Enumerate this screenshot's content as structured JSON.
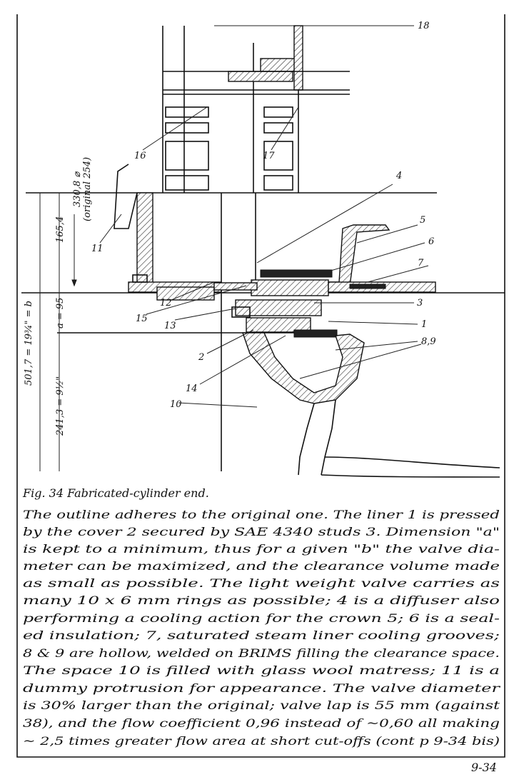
{
  "figure": {
    "part_labels": [
      "18",
      "16",
      "17",
      "4",
      "5",
      "6",
      "7",
      "3",
      "1",
      "8,9",
      "2",
      "14",
      "10",
      "11",
      "12",
      "15",
      "13"
    ],
    "dimensions": {
      "bore": "330,8 ⌀",
      "bore_original": "(original 254)",
      "d1": "165,4",
      "b": "501,7 = 19¾\" = b",
      "a": "a = 95",
      "d2": "241,3 = 9½\""
    }
  },
  "caption": {
    "title": "Fig. 34 Fabricated-cylinder end.",
    "lines": [
      "The outline adheres to the original one.     The liner 1 is pressed",
      "by the cover 2 secured by SAE 4340 studs 3.     Dimension \"a\"",
      "is kept to a minimum, thus for a given \"b\" the valve dia-",
      "meter can be maximized, and the clearance volume made",
      "as small as possible.     The light weight valve carries as",
      "many 10 x 6 mm rings as possible;     4 is a diffuser also",
      "performing a cooling action for the crown 5; 6 is a seal-",
      "ed insulation; 7, saturated steam liner cooling grooves;",
      "8 & 9 are hollow, welded on BRIMS filling the clearance space.",
      "The space 10 is filled with glass wool matress; 11 is a",
      "dummy protrusion for appearance.     The valve diameter",
      "is 30% larger than the original; valve lap is 55 mm (against",
      "38), and the flow coefficient 0,96 instead of ~0,60 all making",
      "~ 2,5 times greater flow area at short cut-offs (cont p 9-34 bis)"
    ]
  },
  "page_number": "9-34"
}
